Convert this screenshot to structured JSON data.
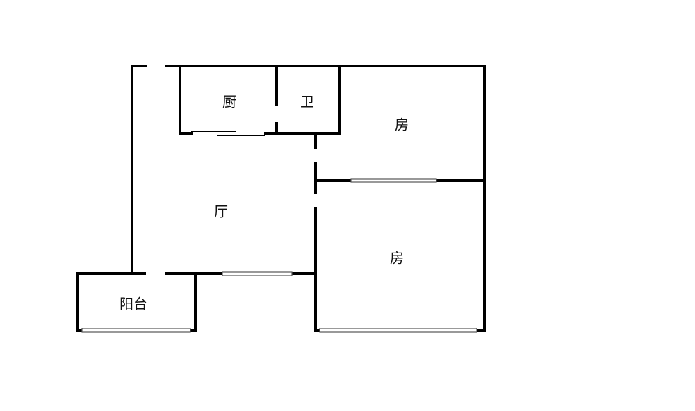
{
  "rooms": {
    "kitchen": "厨",
    "bathroom": "卫",
    "bedroom_upper": "房",
    "living_room": "厅",
    "bedroom_lower": "房",
    "balcony": "阳台"
  },
  "colors": {
    "wall": "#000000",
    "background": "#ffffff"
  }
}
